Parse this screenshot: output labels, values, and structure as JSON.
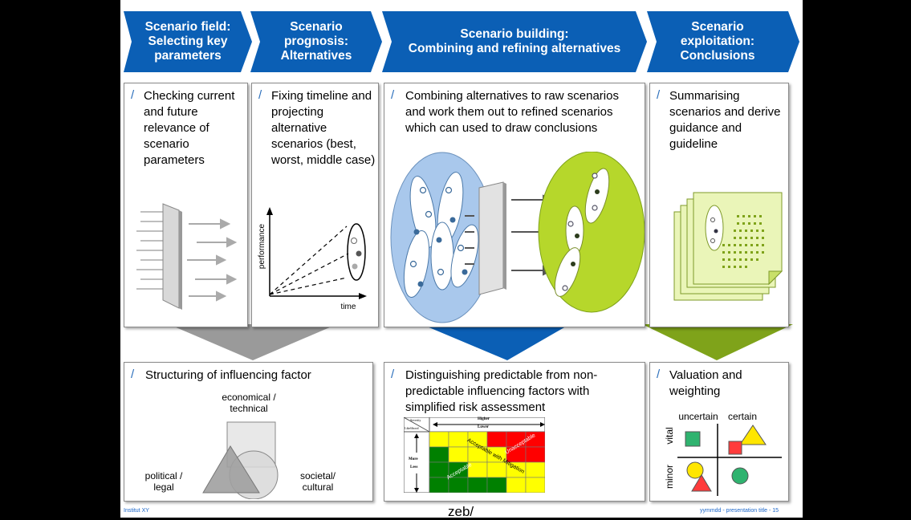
{
  "colors": {
    "chevron_blue": "#0b5fb5",
    "tri_grey": "#9a9a9a",
    "tri_blue": "#0b5fb5",
    "tri_green": "#7fa31a",
    "slash": "#2a6ebb",
    "blob_blue": "#a9c8ec",
    "blob_green": "#b6d72b"
  },
  "steps": [
    {
      "title": "Scenario field:\nSelecting key\nparameters"
    },
    {
      "title": "Scenario\nprognosis:\nAlternatives"
    },
    {
      "title": "Scenario building:\nCombining and refining alternatives"
    },
    {
      "title": "Scenario\nexploitation:\nConclusions"
    }
  ],
  "panels": {
    "field": "Checking current and future relevance of scenario parameters",
    "prognosis": "Fixing timeline and projecting alternative scenarios (best, worst, middle case)",
    "building": "Combining alternatives to raw scenarios and work them out to refined scenarios which can used to draw conclusions",
    "exploitation": "Summarising scenarios and derive guidance and guideline"
  },
  "graph": {
    "ylabel": "performance",
    "xlabel": "time"
  },
  "bottom": {
    "structuring": {
      "title": "Structuring of influencing factor",
      "labels": {
        "top": "economical /\ntechnical",
        "left": "political /\nlegal",
        "right": "societal/\ncultural"
      }
    },
    "risk": {
      "title": "Distinguishing predictable from non-predictable influencing factors with simplified risk assessment",
      "matrix": {
        "corner_top": "Severity",
        "corner_bottom": "Likelihood",
        "higher": "Higher",
        "lower": "Lower",
        "more": "More",
        "less": "Less",
        "unacceptable": "Unacceptable",
        "mitigation": "Acceptable with Mitigation",
        "acceptable": "Acceptable"
      }
    },
    "valuation": {
      "title": "Valuation and weighting",
      "cols": [
        "uncertain",
        "certain"
      ],
      "rows": [
        "vital",
        "minor"
      ]
    }
  },
  "footer": {
    "left": "Institut XY",
    "center": "zeb/",
    "right": "yymmdd - presentation title - 15"
  }
}
